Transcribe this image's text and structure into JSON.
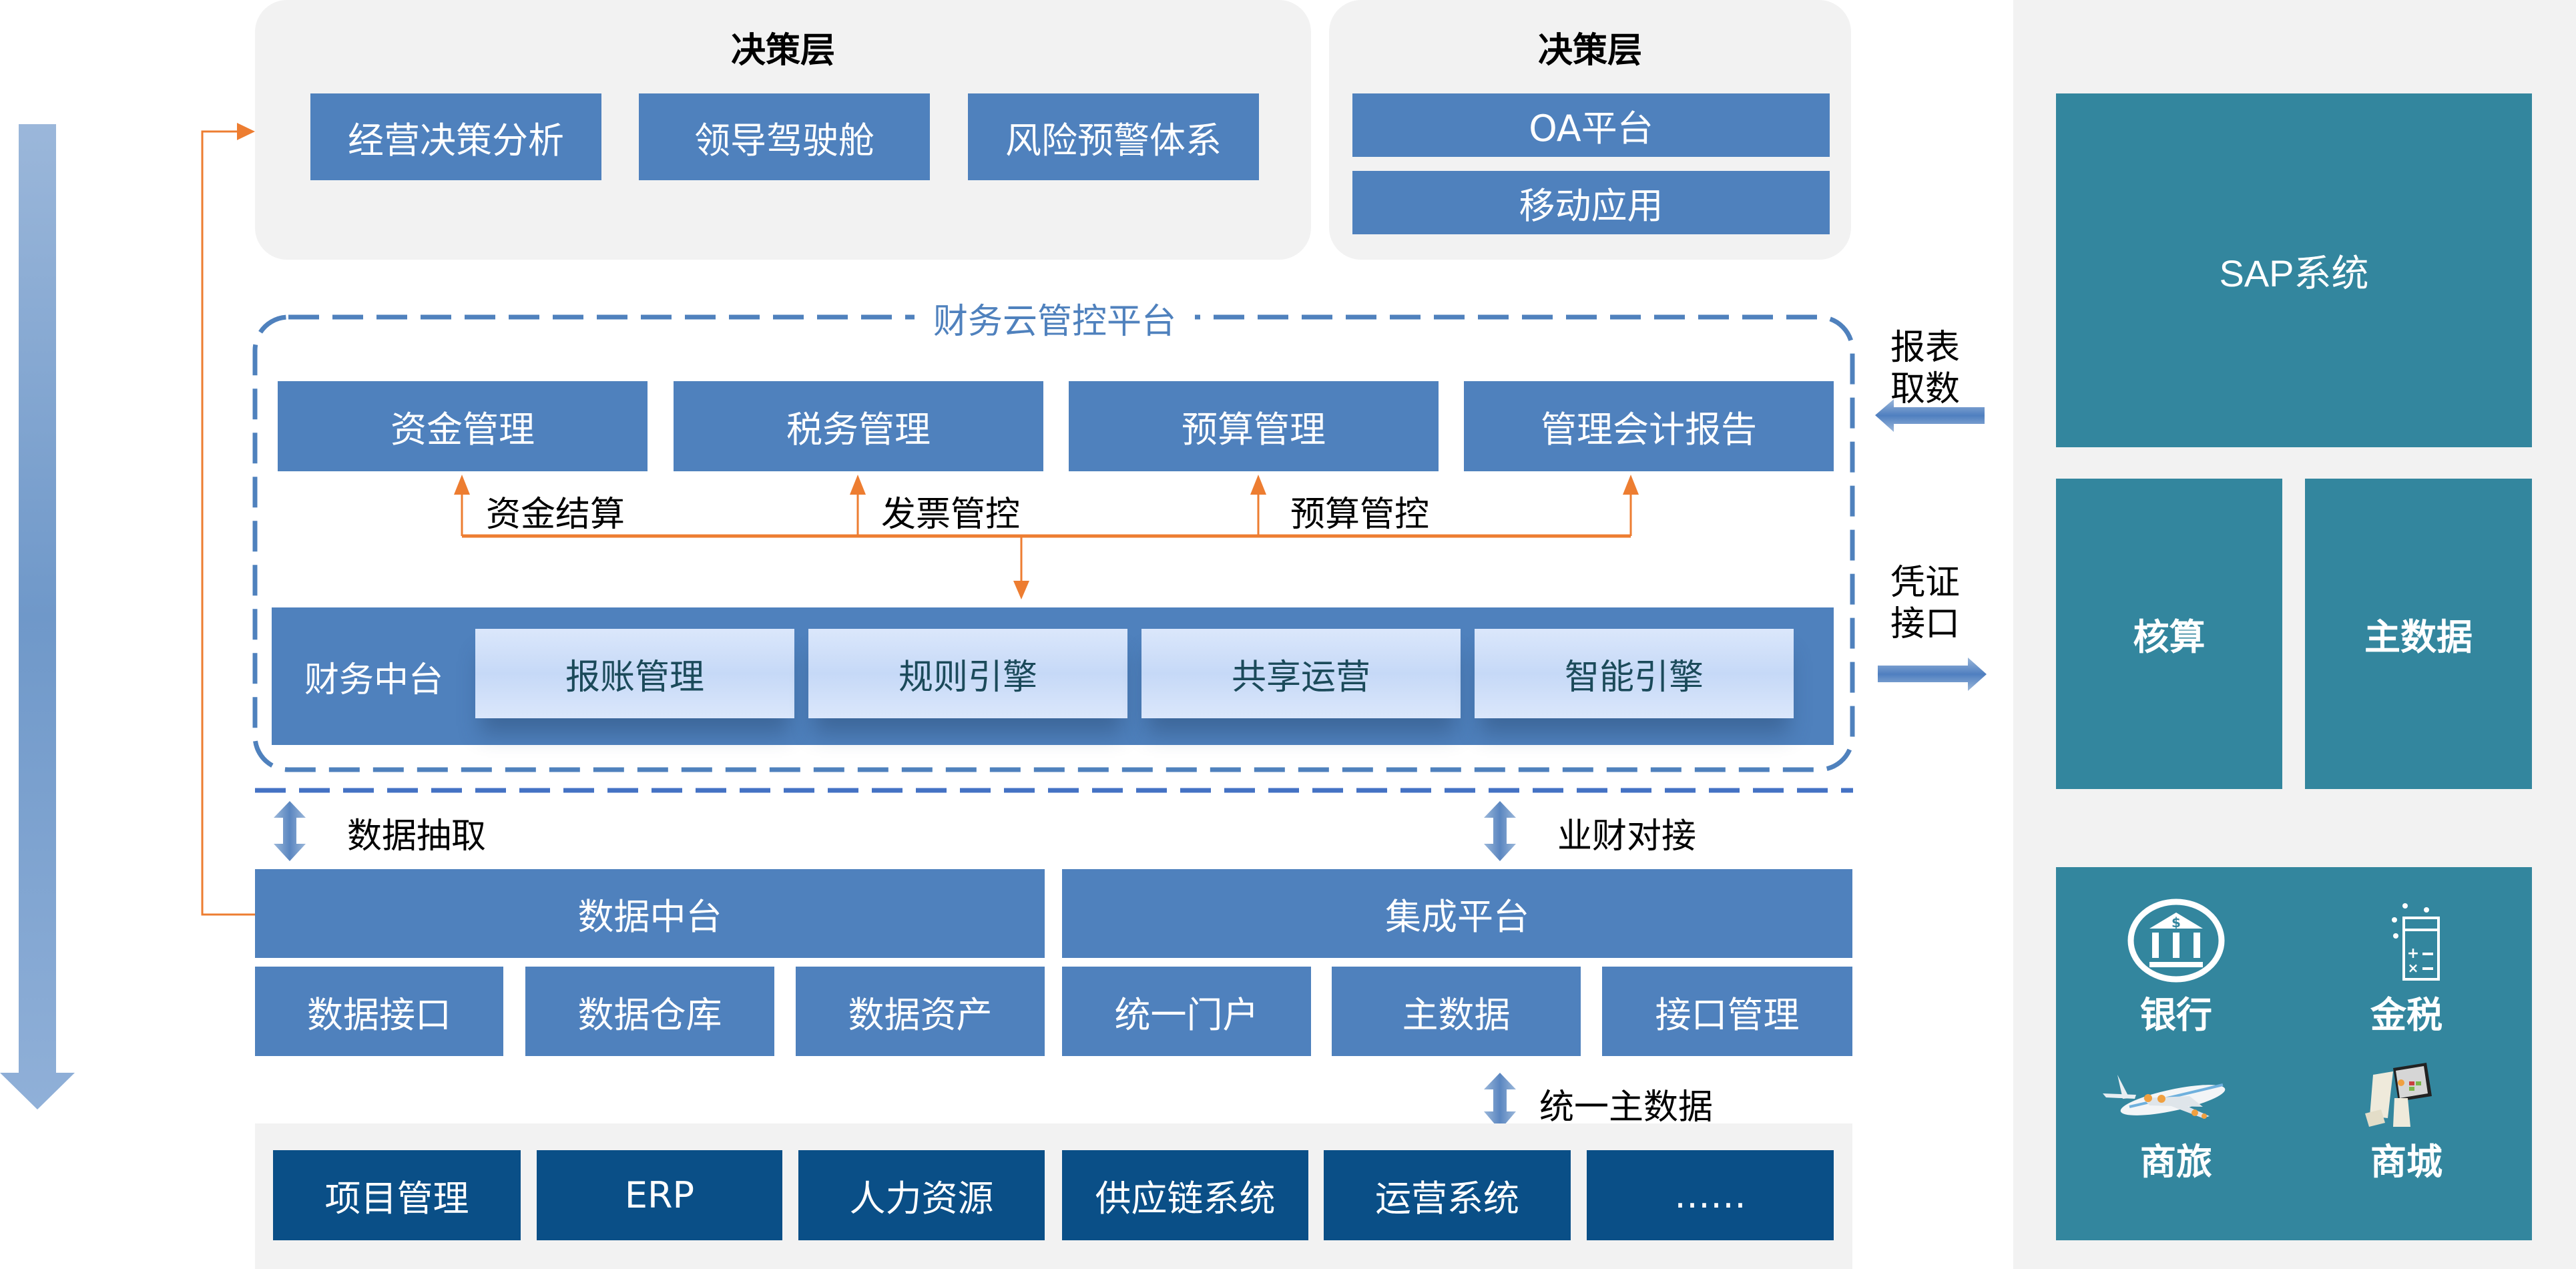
{
  "decision_left": {
    "title": "决策层",
    "items": [
      "经营决策分析",
      "领导驾驶舱",
      "风险预警体系"
    ]
  },
  "decision_right": {
    "title": "决策层",
    "items": [
      "OA平台",
      "移动应用"
    ]
  },
  "finance_cloud": {
    "title": "财务云管控平台",
    "top_modules": [
      "资金管理",
      "税务管理",
      "预算管理",
      "管理会计报告"
    ],
    "flow_labels": [
      "资金结算",
      "发票管控",
      "预算管控"
    ],
    "middle": {
      "label": "财务中台",
      "items": [
        "报账管理",
        "规则引擎",
        "共享运营",
        "智能引擎"
      ]
    }
  },
  "connectors": {
    "data_extract": "数据抽取",
    "business_finance": "业财对接",
    "unified_master": "统一主数据",
    "report_fetch": [
      "报表",
      "取数"
    ],
    "voucher_interface": [
      "凭证",
      "接口"
    ]
  },
  "data_platform": {
    "title": "数据中台",
    "items": [
      "数据接口",
      "数据仓库",
      "数据资产"
    ]
  },
  "integration_platform": {
    "title": "集成平台",
    "items": [
      "统一门户",
      "主数据",
      "接口管理"
    ]
  },
  "business_systems": [
    "项目管理",
    "ERP",
    "人力资源",
    "供应链系统",
    "运营系统",
    "……"
  ],
  "sap": {
    "title": "SAP系统",
    "sub": [
      "核算",
      "主数据"
    ]
  },
  "external": [
    {
      "label": "银行",
      "icon": "bank-icon"
    },
    {
      "label": "金税",
      "icon": "calculator-icon"
    },
    {
      "label": "商旅",
      "icon": "airplane-icon"
    },
    {
      "label": "商城",
      "icon": "pos-terminal-icon"
    }
  ],
  "colors": {
    "primary_blue": "#4f81bd",
    "navy": "#0a4f87",
    "teal": "#33869e",
    "orange": "#ed7d31",
    "panel_grey": "#f2f2f2"
  }
}
